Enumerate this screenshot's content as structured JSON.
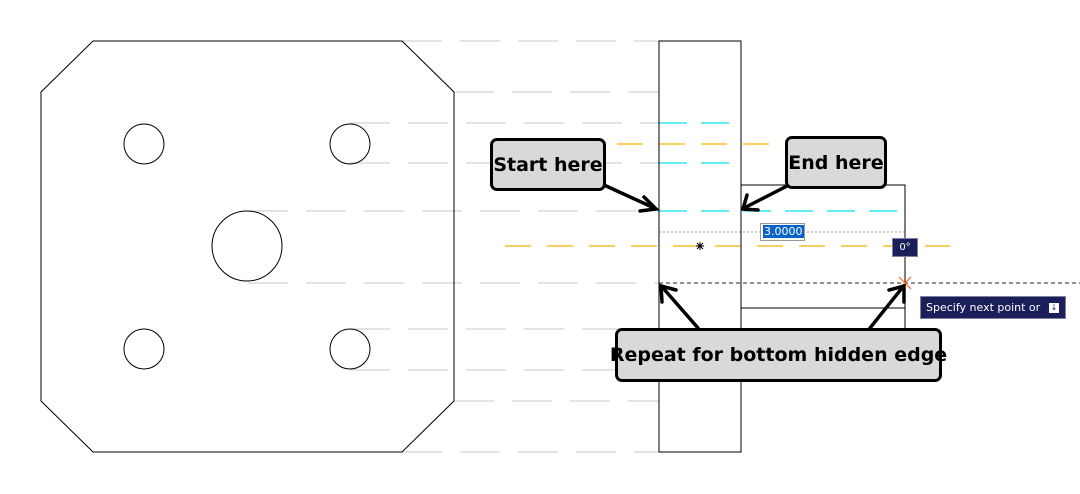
{
  "callouts": {
    "start": "Start here",
    "end": "End here",
    "repeat": "Repeat for bottom hidden edge"
  },
  "dynamic_input": {
    "distance_value": "3.0000",
    "angle_value": "0°",
    "prompt_text": "Specify next point or",
    "prompt_options_icon": "down-arrow-icon"
  },
  "colors": {
    "object_lines": "#000000",
    "projection_lines": "#c8c8c8",
    "cyan_tracking": "#00e5ee",
    "orange_tracking": "#f5b400",
    "callout_fill": "#d9d9d9",
    "tooltip_fill": "#1a1f5a",
    "selection_blue": "#0a64c8"
  }
}
